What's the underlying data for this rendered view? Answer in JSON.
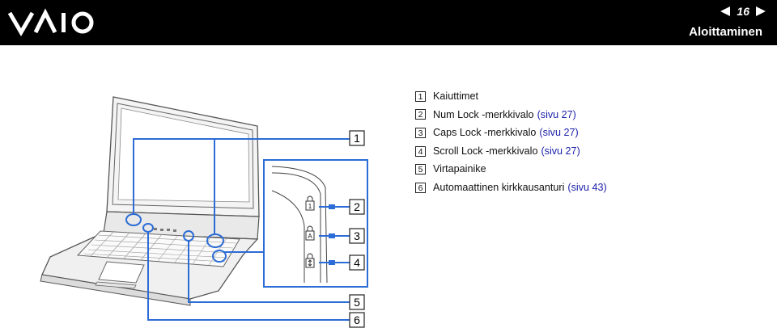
{
  "header": {
    "brand": "VAIO",
    "page_number": "16",
    "section_title": "Aloittaminen"
  },
  "callouts": [
    "1",
    "2",
    "3",
    "4",
    "5",
    "6"
  ],
  "legend": [
    {
      "num": "1",
      "text": "Kaiuttimet",
      "ref": ""
    },
    {
      "num": "2",
      "text": "Num Lock -merkkivalo",
      "ref": "(sivu 27)"
    },
    {
      "num": "3",
      "text": "Caps Lock -merkkivalo",
      "ref": "(sivu 27)"
    },
    {
      "num": "4",
      "text": "Scroll Lock -merkkivalo",
      "ref": "(sivu 27)"
    },
    {
      "num": "5",
      "text": "Virtapainike",
      "ref": ""
    },
    {
      "num": "6",
      "text": "Automaattinen kirkkausanturi",
      "ref": "(sivu 43)"
    }
  ],
  "colors": {
    "header_bg": "#000000",
    "callout_line": "#2b6cd6",
    "link": "#1a1fa8"
  }
}
